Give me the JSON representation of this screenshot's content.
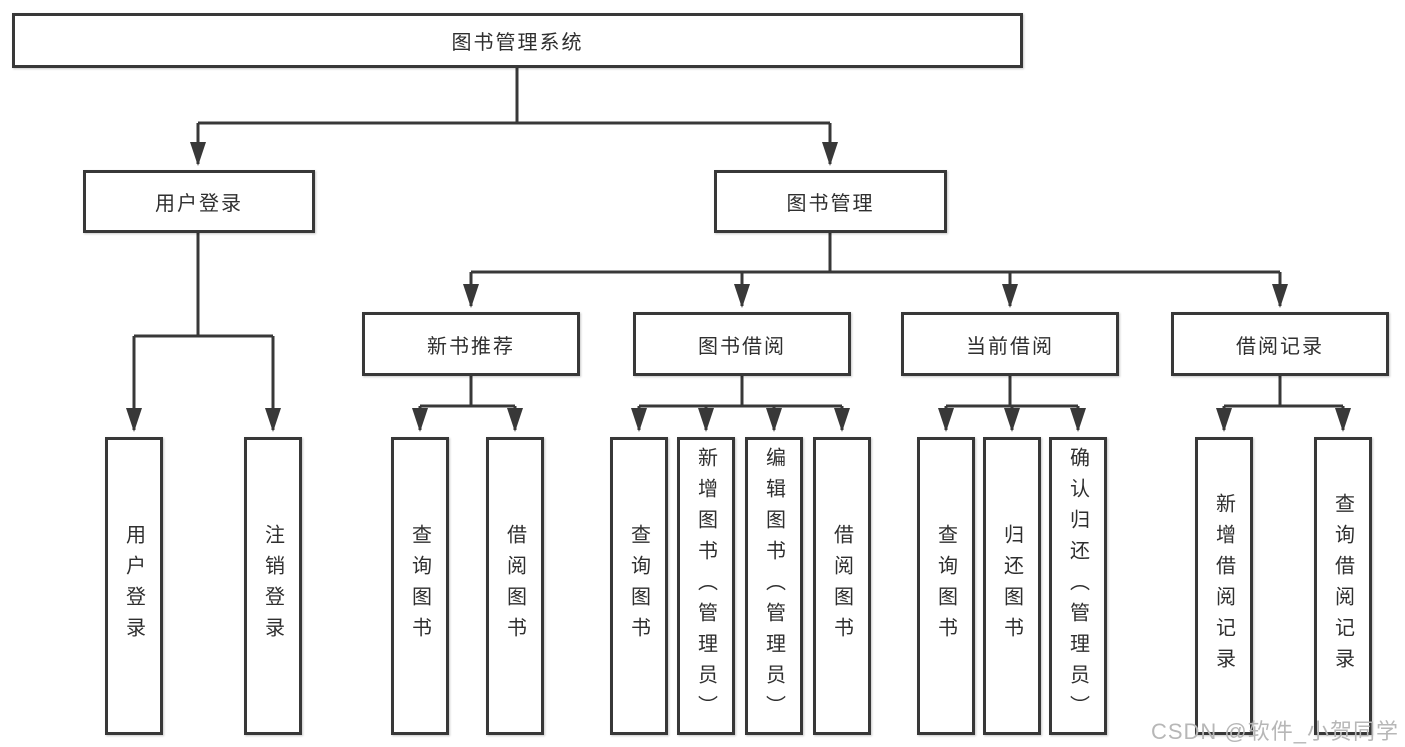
{
  "diagram": {
    "root": {
      "label": "图书管理系统"
    },
    "level2": {
      "user_login": {
        "label": "用户登录"
      },
      "book_mgmt": {
        "label": "图书管理"
      }
    },
    "level3": {
      "new_book": {
        "label": "新书推荐"
      },
      "book_borrow": {
        "label": "图书借阅"
      },
      "current_borrow": {
        "label": "当前借阅"
      },
      "borrow_record": {
        "label": "借阅记录"
      }
    },
    "leaves": {
      "user_login": {
        "label": "用户登录"
      },
      "logout": {
        "label": "注销登录"
      },
      "nb_query": {
        "label": "查询图书"
      },
      "nb_borrow": {
        "label": "借阅图书"
      },
      "bb_query": {
        "label": "查询图书"
      },
      "bb_add": {
        "label": "新增图书（管理员）"
      },
      "bb_edit": {
        "label": "编辑图书（管理员）"
      },
      "bb_borrow": {
        "label": "借阅图书"
      },
      "cb_query": {
        "label": "查询图书"
      },
      "cb_return": {
        "label": "归还图书"
      },
      "cb_confirm": {
        "label": "确认归还（管理员）"
      },
      "br_add": {
        "label": "新增借阅记录"
      },
      "br_query": {
        "label": "查询借阅记录"
      }
    }
  },
  "watermark": {
    "text": "CSDN @软件_小贺同学"
  },
  "colors": {
    "line": "#383838",
    "box_border": "#383838",
    "box_bg": "#ffffff",
    "text": "#2f2f2f",
    "watermark": "#b7b7b7",
    "background": "#ffffff"
  }
}
